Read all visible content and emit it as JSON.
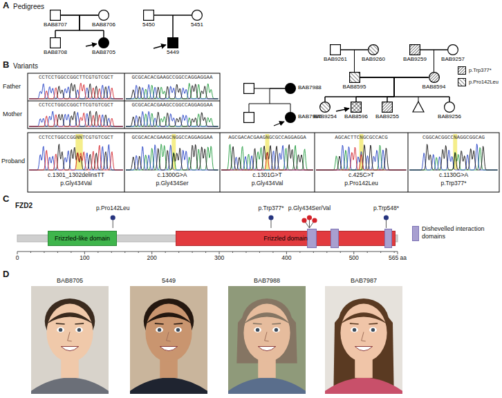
{
  "diagram": {
    "nodes": [
      {
        "text": [
          "BAB8707"
        ]
      },
      {
        "text": [
          "BAB8706"
        ]
      },
      {
        "text": [
          "BAB8708"
        ]
      },
      {
        "text": [
          "BAB8705"
        ]
      },
      {
        "text": [
          "5450"
        ]
      },
      {
        "text": [
          "5451"
        ]
      },
      {
        "text": [
          "5449"
        ]
      },
      {
        "text": [
          "BAB7988"
        ]
      },
      {
        "text": [
          "BAB7987"
        ]
      },
      {
        "text": [
          "BAB9261"
        ]
      },
      {
        "text": [
          "BAB9260"
        ]
      },
      {
        "text": [
          "BAB9259"
        ]
      },
      {
        "text": [
          "BAB9257"
        ]
      },
      {
        "text": [
          "BAB8595"
        ]
      },
      {
        "text": [
          "BAB8594"
        ]
      },
      {
        "text": [
          "BAB9254"
        ]
      },
      {
        "text": [
          "BAB8596"
        ]
      },
      {
        "text": [
          "BAB9255"
        ]
      },
      {
        "text": [
          "BAB9256"
        ]
      },
      {
        "text": [
          "Frizzled-like domain"
        ]
      },
      {
        "text": [
          "Frizzled domain"
        ]
      }
    ],
    "edges": [
      {
        "from": 0,
        "to": 1,
        "arrow": "none"
      },
      {
        "from": 0,
        "to": 2,
        "arrow": "none"
      },
      {
        "from": 1,
        "to": 2,
        "arrow": "none"
      },
      {
        "from": 0,
        "to": 3,
        "arrow": "none"
      },
      {
        "from": 1,
        "to": 3,
        "arrow": "none"
      },
      {
        "from": 4,
        "to": 5,
        "arrow": "none"
      },
      {
        "from": 4,
        "to": 6,
        "arrow": "none"
      },
      {
        "from": 5,
        "to": 6,
        "arrow": "none"
      },
      {
        "from": 7,
        "to": 8,
        "arrow": "none"
      },
      {
        "from": 9,
        "to": 10,
        "arrow": "none"
      },
      {
        "from": 11,
        "to": 12,
        "arrow": "none"
      },
      {
        "from": 9,
        "to": 13,
        "arrow": "none"
      },
      {
        "from": 10,
        "to": 13,
        "arrow": "none"
      },
      {
        "from": 11,
        "to": 14,
        "arrow": "none"
      },
      {
        "from": 12,
        "to": 14,
        "arrow": "none"
      },
      {
        "from": 13,
        "to": 14,
        "arrow": "none"
      },
      {
        "from": 13,
        "to": 15,
        "arrow": "none"
      },
      {
        "from": 14,
        "to": 15,
        "arrow": "none"
      },
      {
        "from": 13,
        "to": 16,
        "arrow": "none"
      },
      {
        "from": 14,
        "to": 16,
        "arrow": "none"
      },
      {
        "from": 13,
        "to": 17,
        "arrow": "none"
      },
      {
        "from": 14,
        "to": 17,
        "arrow": "none"
      },
      {
        "from": 13,
        "to": 18,
        "arrow": "none"
      },
      {
        "from": 14,
        "to": 18,
        "arrow": "none"
      }
    ],
    "labels": [
      "A",
      "Pedigrees",
      "B",
      "Variants",
      "Father",
      "Mother",
      "Proband",
      "CCTCCTGGCCGGCTTCGTGTCGCT",
      "GCGCACACGAAGCCGGCCAGGAGGAA",
      "CCTCCTGGCCGGCTTCGTGTCGCT",
      "GCGCACACGAAGCCGGCCAGGAGGAA",
      "CCTCCTGGCCGGNNTCGTGTCGCT",
      "c.1301_1302delinsTT",
      "p.Gly434Val",
      "GCGCACACGAAGCNGGCCAGGAGGAA",
      "c.1300G>A",
      "p.Gly434Ser",
      "AGCGACACGAAGNGCGCCAGGAGGA",
      "c.1301G>T",
      "p.Gly434Val",
      "AGCACTTCNGCGCCACG",
      "c.425C>T",
      "p.Pro142Leu",
      "CGGCACGGCCNAGGCGGCAG",
      "c.1130G>A",
      "p.Trp377*",
      "C",
      "FZD2",
      "p.Pro142Leu",
      "p.Trp377*",
      "p.Gly434Ser/Val",
      "p.Trp548*",
      "0",
      "100",
      "200",
      "300",
      "400",
      "500",
      "565 aa",
      "D",
      "BAB8705",
      "5449",
      "BAB7988",
      "BAB7987"
    ],
    "legend": [
      {
        "text": "p.Trp377*"
      },
      {
        "text": "p.Pro142Leu"
      },
      {
        "text": "Dishevelled interaction domains",
        "color": "#a89fd0"
      }
    ]
  }
}
